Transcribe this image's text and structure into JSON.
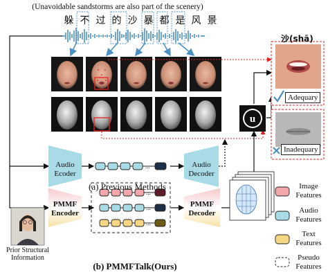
{
  "header": {
    "note": "(Unavoidable sandstorms are also part of the scenery)",
    "chars": [
      "躲",
      "不",
      "过",
      "的",
      "沙",
      "暴",
      "都",
      "是",
      "风",
      "景"
    ]
  },
  "previous": {
    "encoder": "Audio Ecoder",
    "decoder": "Audio Decoder",
    "caption": "(a) Previous Methods"
  },
  "ours": {
    "encoder": "PMMF Encoder",
    "decoder": "PMMF Decoder",
    "caption": "(b) PMMFTalk(Ours)"
  },
  "prior": {
    "label": "Prior Structural Information"
  },
  "zoom": {
    "title": "沙(shā)",
    "good": "Adequary",
    "bad": "Inadequary"
  },
  "legend": [
    {
      "label": "Image Features",
      "color": "#f2a7ad"
    },
    {
      "label": "Audio Features",
      "color": "#a9dbe6"
    },
    {
      "label": "Text Features",
      "color": "#f7d784"
    },
    {
      "label": "Pseudo Features",
      "color": "#ffffff"
    }
  ],
  "icons": {
    "engine": "unreal-engine-logo",
    "check": "check-mark",
    "cross": "x-mark"
  }
}
